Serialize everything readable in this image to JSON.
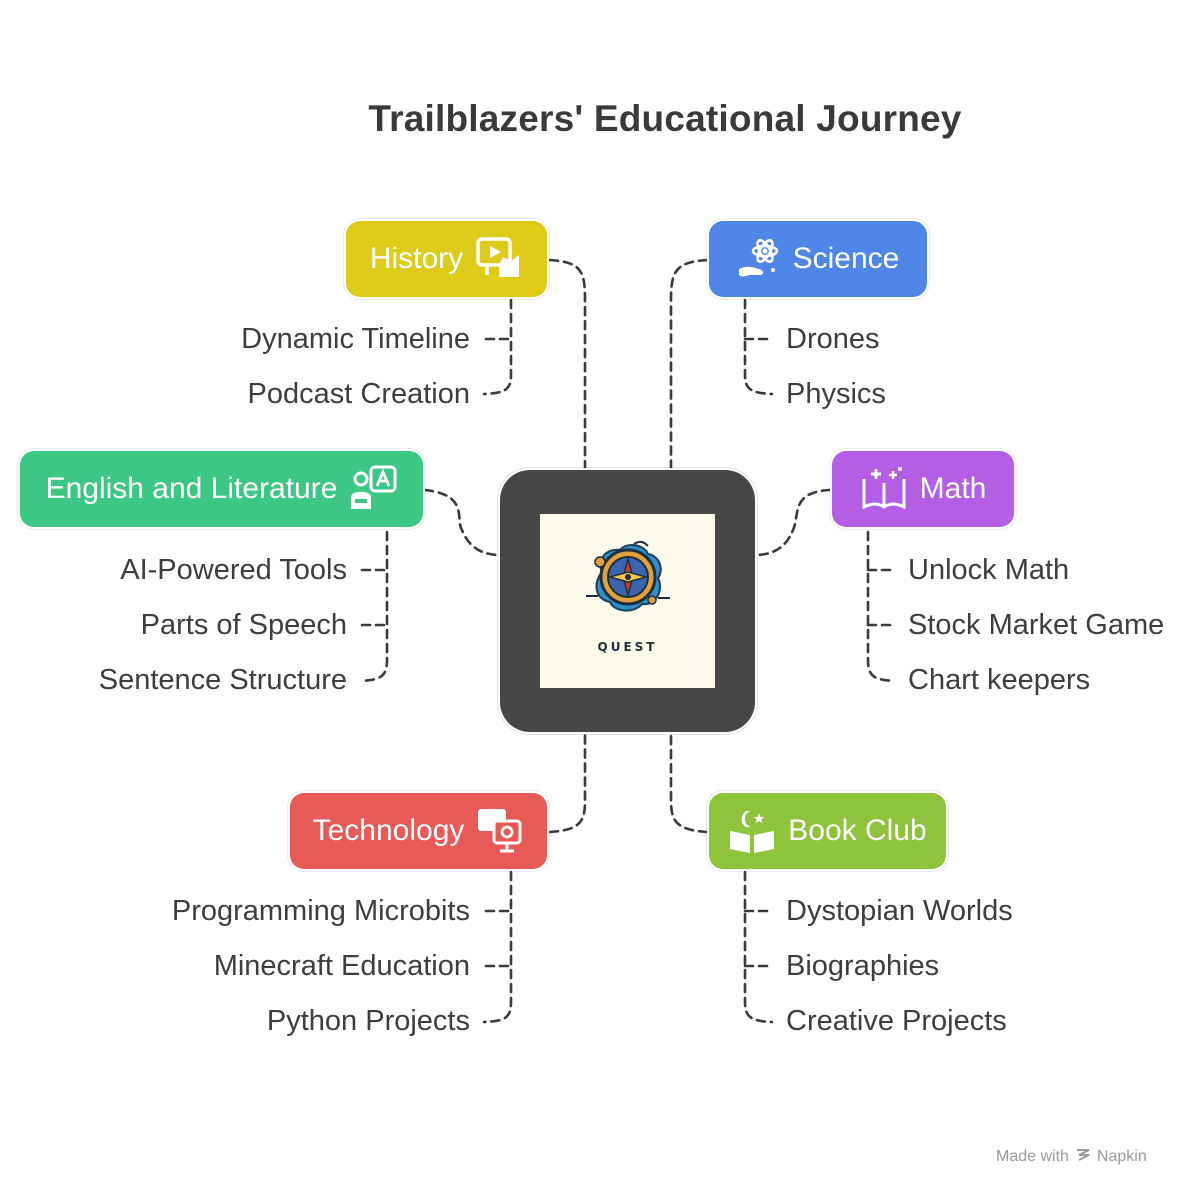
{
  "title": "Trailblazers' Educational Journey",
  "hub": {
    "logo_text": "QUEST"
  },
  "categories": [
    {
      "label": "History",
      "color": "#dfcb1a",
      "icon": "video-board-icon",
      "items": [
        "Dynamic Timeline",
        "Podcast Creation"
      ]
    },
    {
      "label": "Science",
      "color": "#4f86e8",
      "icon": "atom-hand-icon",
      "items": [
        "Drones",
        "Physics"
      ]
    },
    {
      "label": "English and Literature",
      "color": "#3dc785",
      "icon": "person-letter-icon",
      "items": [
        "AI-Powered Tools",
        "Parts of Speech",
        "Sentence Structure"
      ]
    },
    {
      "label": "Math",
      "color": "#b45ee6",
      "icon": "book-sparkle-icon",
      "items": [
        "Unlock Math",
        "Stock Market Game",
        "Chart keepers"
      ]
    },
    {
      "label": "Technology",
      "color": "#e85a55",
      "icon": "monitor-camera-icon",
      "items": [
        "Programming Microbits",
        "Minecraft Education",
        "Python Projects"
      ]
    },
    {
      "label": "Book Club",
      "color": "#8fc33c",
      "icon": "moon-book-icon",
      "items": [
        "Dystopian Worlds",
        "Biographies",
        "Creative Projects"
      ]
    }
  ],
  "footer": {
    "made_with": "Made with",
    "brand": "Napkin",
    "brand_icon": "napkin-logo-icon"
  }
}
